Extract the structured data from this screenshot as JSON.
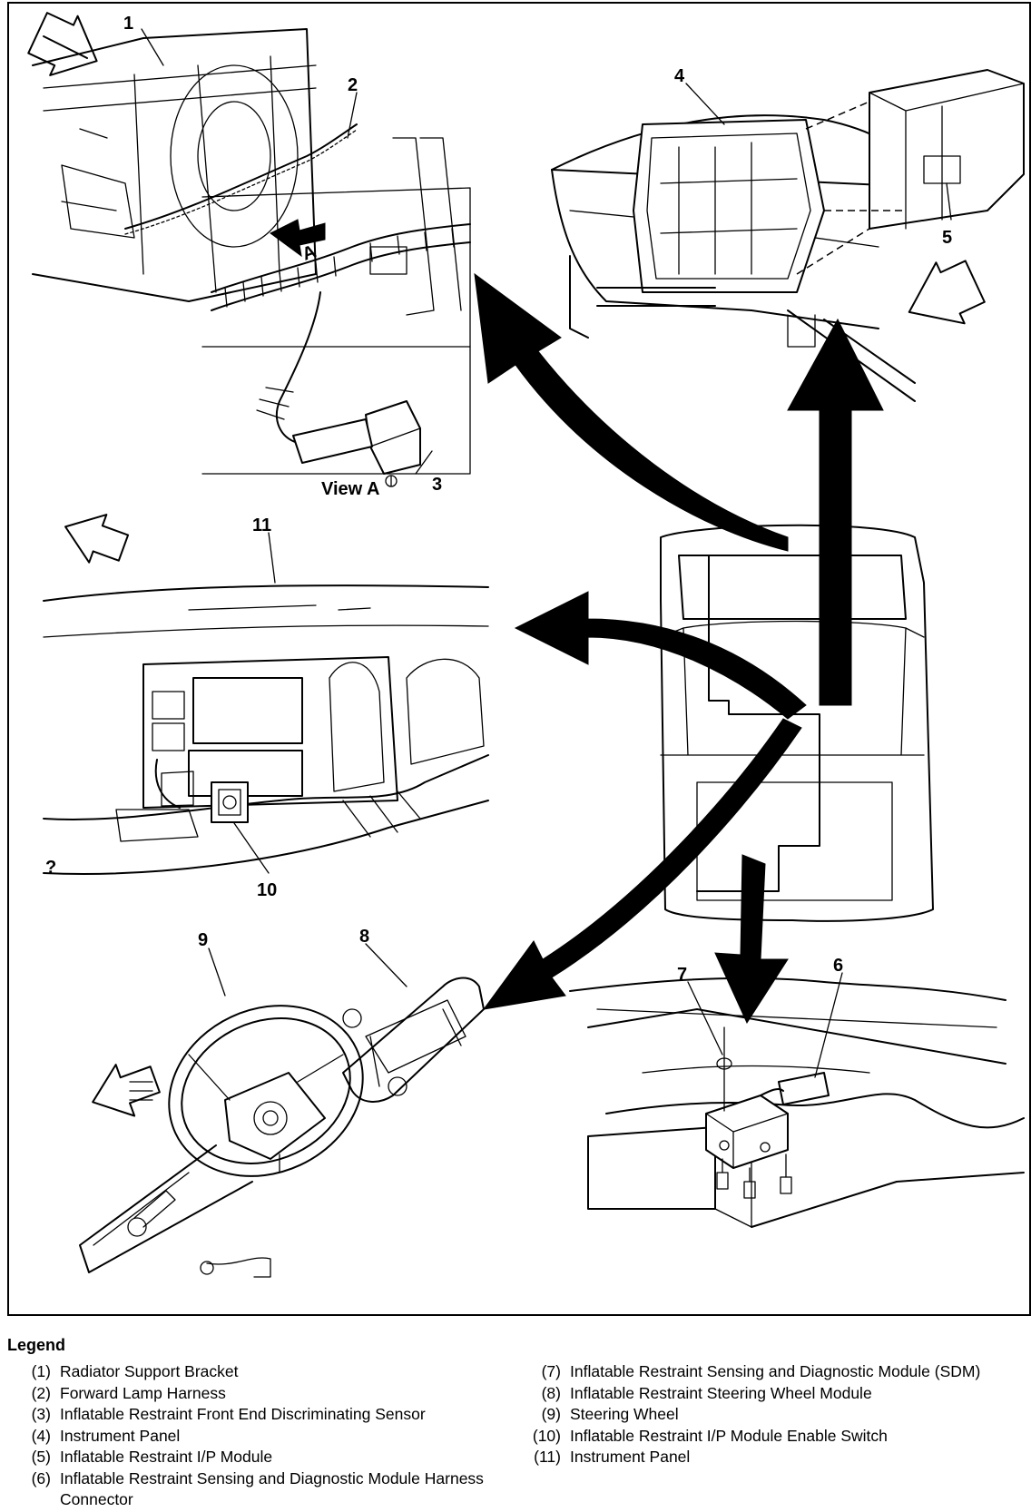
{
  "figure": {
    "callouts": [
      "1",
      "2",
      "3",
      "4",
      "5",
      "6",
      "7",
      "8",
      "9",
      "10",
      "11"
    ],
    "view_label": "View A",
    "view_marker": "A",
    "corner_mark": "?"
  },
  "legend": {
    "title": "Legend",
    "items": [
      {
        "num": "(1)",
        "text": "Radiator Support Bracket"
      },
      {
        "num": "(2)",
        "text": "Forward Lamp Harness"
      },
      {
        "num": "(3)",
        "text": "Inflatable Restraint Front End Discriminating Sensor"
      },
      {
        "num": "(4)",
        "text": "Instrument Panel"
      },
      {
        "num": "(5)",
        "text": "Inflatable Restraint I/P Module"
      },
      {
        "num": "(6)",
        "text": "Inflatable Restraint Sensing and Diagnostic Module Harness Connector"
      },
      {
        "num": "(7)",
        "text": "Inflatable Restraint Sensing and Diagnostic Module (SDM)"
      },
      {
        "num": "(8)",
        "text": "Inflatable Restraint Steering Wheel Module"
      },
      {
        "num": "(9)",
        "text": "Steering Wheel"
      },
      {
        "num": "(10)",
        "text": "Inflatable Restraint I/P Module Enable Switch"
      },
      {
        "num": "(11)",
        "text": "Instrument Panel"
      }
    ]
  }
}
